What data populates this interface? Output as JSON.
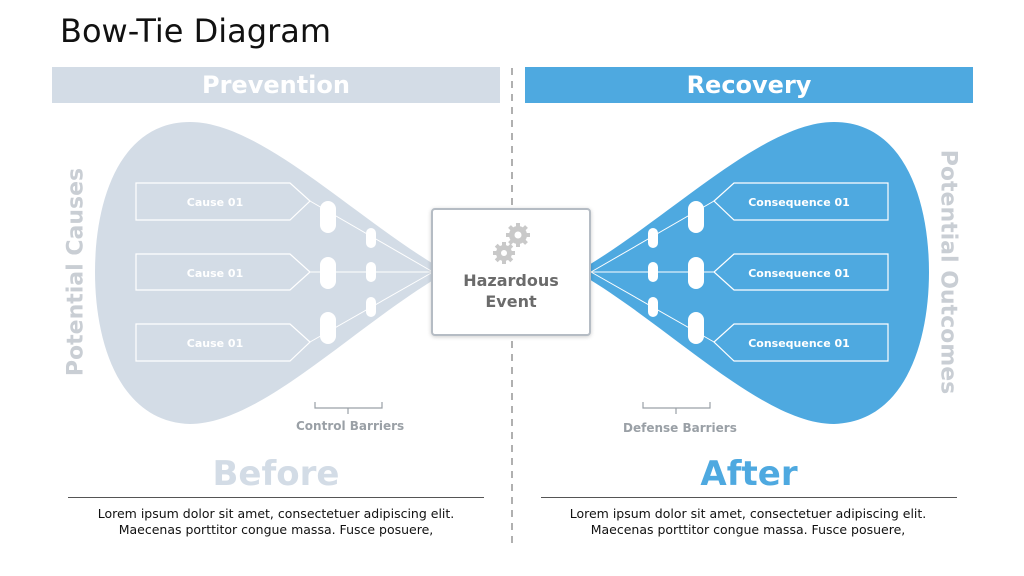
{
  "title": "Bow-Tie Diagram",
  "prevention": {
    "header": "Prevention",
    "side_label": "Potential Causes",
    "causes": [
      "Cause 01",
      "Cause 01",
      "Cause 01"
    ],
    "barrier_label": "Control Barriers",
    "footer_word": "Before",
    "body": [
      "Lorem ipsum dolor sit amet, consectetuer adipiscing elit.",
      "Maecenas porttitor congue massa. Fusce posuere,"
    ]
  },
  "recovery": {
    "header": "Recovery",
    "side_label": "Potential Outcomes",
    "consequences": [
      "Consequence 01",
      "Consequence 01",
      "Consequence 01"
    ],
    "barrier_label": "Defense Barriers",
    "footer_word": "After",
    "body": [
      "Lorem ipsum dolor sit amet, consectetuer adipiscing elit.",
      "Maecenas porttitor congue massa. Fusce posuere,"
    ]
  },
  "center": {
    "line1": "Hazardous",
    "line2": "Event",
    "icon": "gears-icon"
  },
  "colors": {
    "prevention": "#d3dce6",
    "recovery": "#4ea9e0",
    "divider": "#b0b0b0"
  }
}
